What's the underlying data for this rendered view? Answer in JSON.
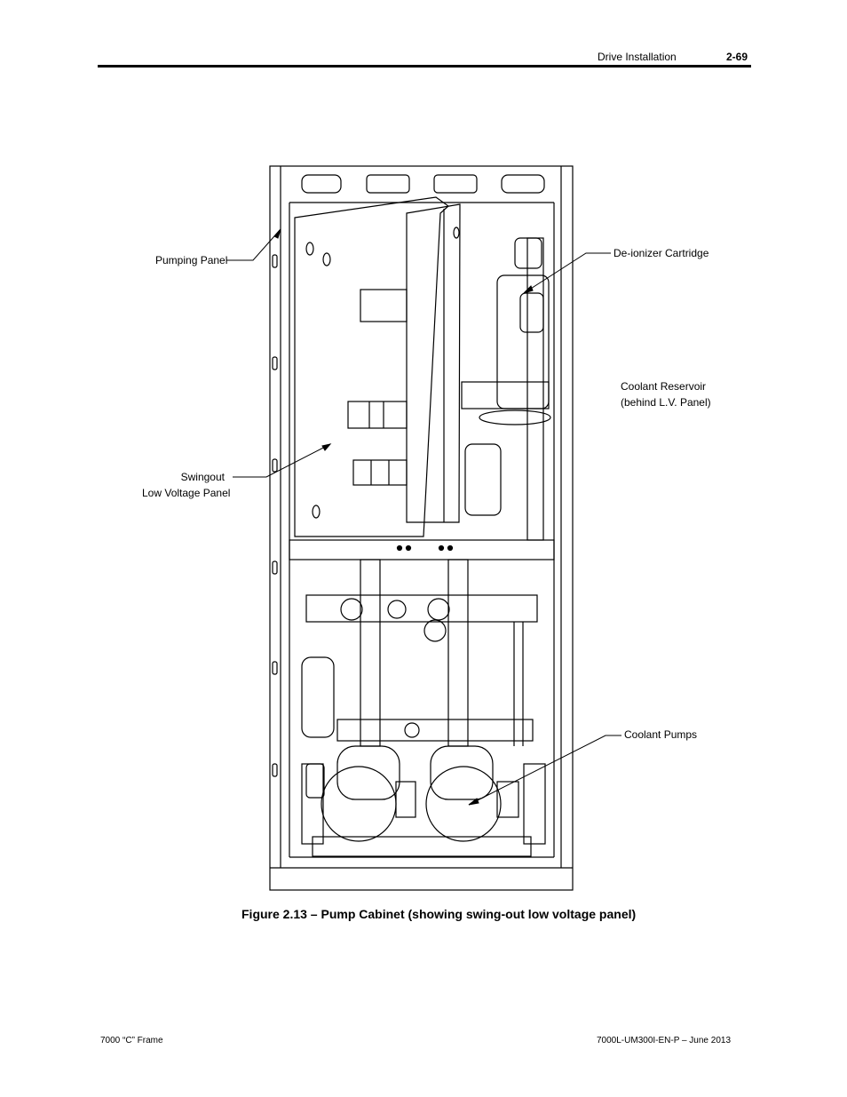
{
  "header": {
    "section_title": "Drive Installation",
    "page_number": "2-69"
  },
  "figure": {
    "callouts": {
      "pumping_panel": "Pumping Panel",
      "deionizer": "De-ionizer Cartridge",
      "reservoir_line1": "Coolant Reservoir",
      "reservoir_line2": "(behind L.V. Panel)",
      "swingout_line1": "Swingout",
      "swingout_line2": "Low Voltage Panel",
      "pumps": "Coolant Pumps"
    },
    "caption": "Figure 2.13 – Pump Cabinet (showing swing-out low voltage panel)"
  },
  "footer": {
    "left": "7000 “C” Frame",
    "right": "7000L-UM300I-EN-P – June 2013"
  }
}
